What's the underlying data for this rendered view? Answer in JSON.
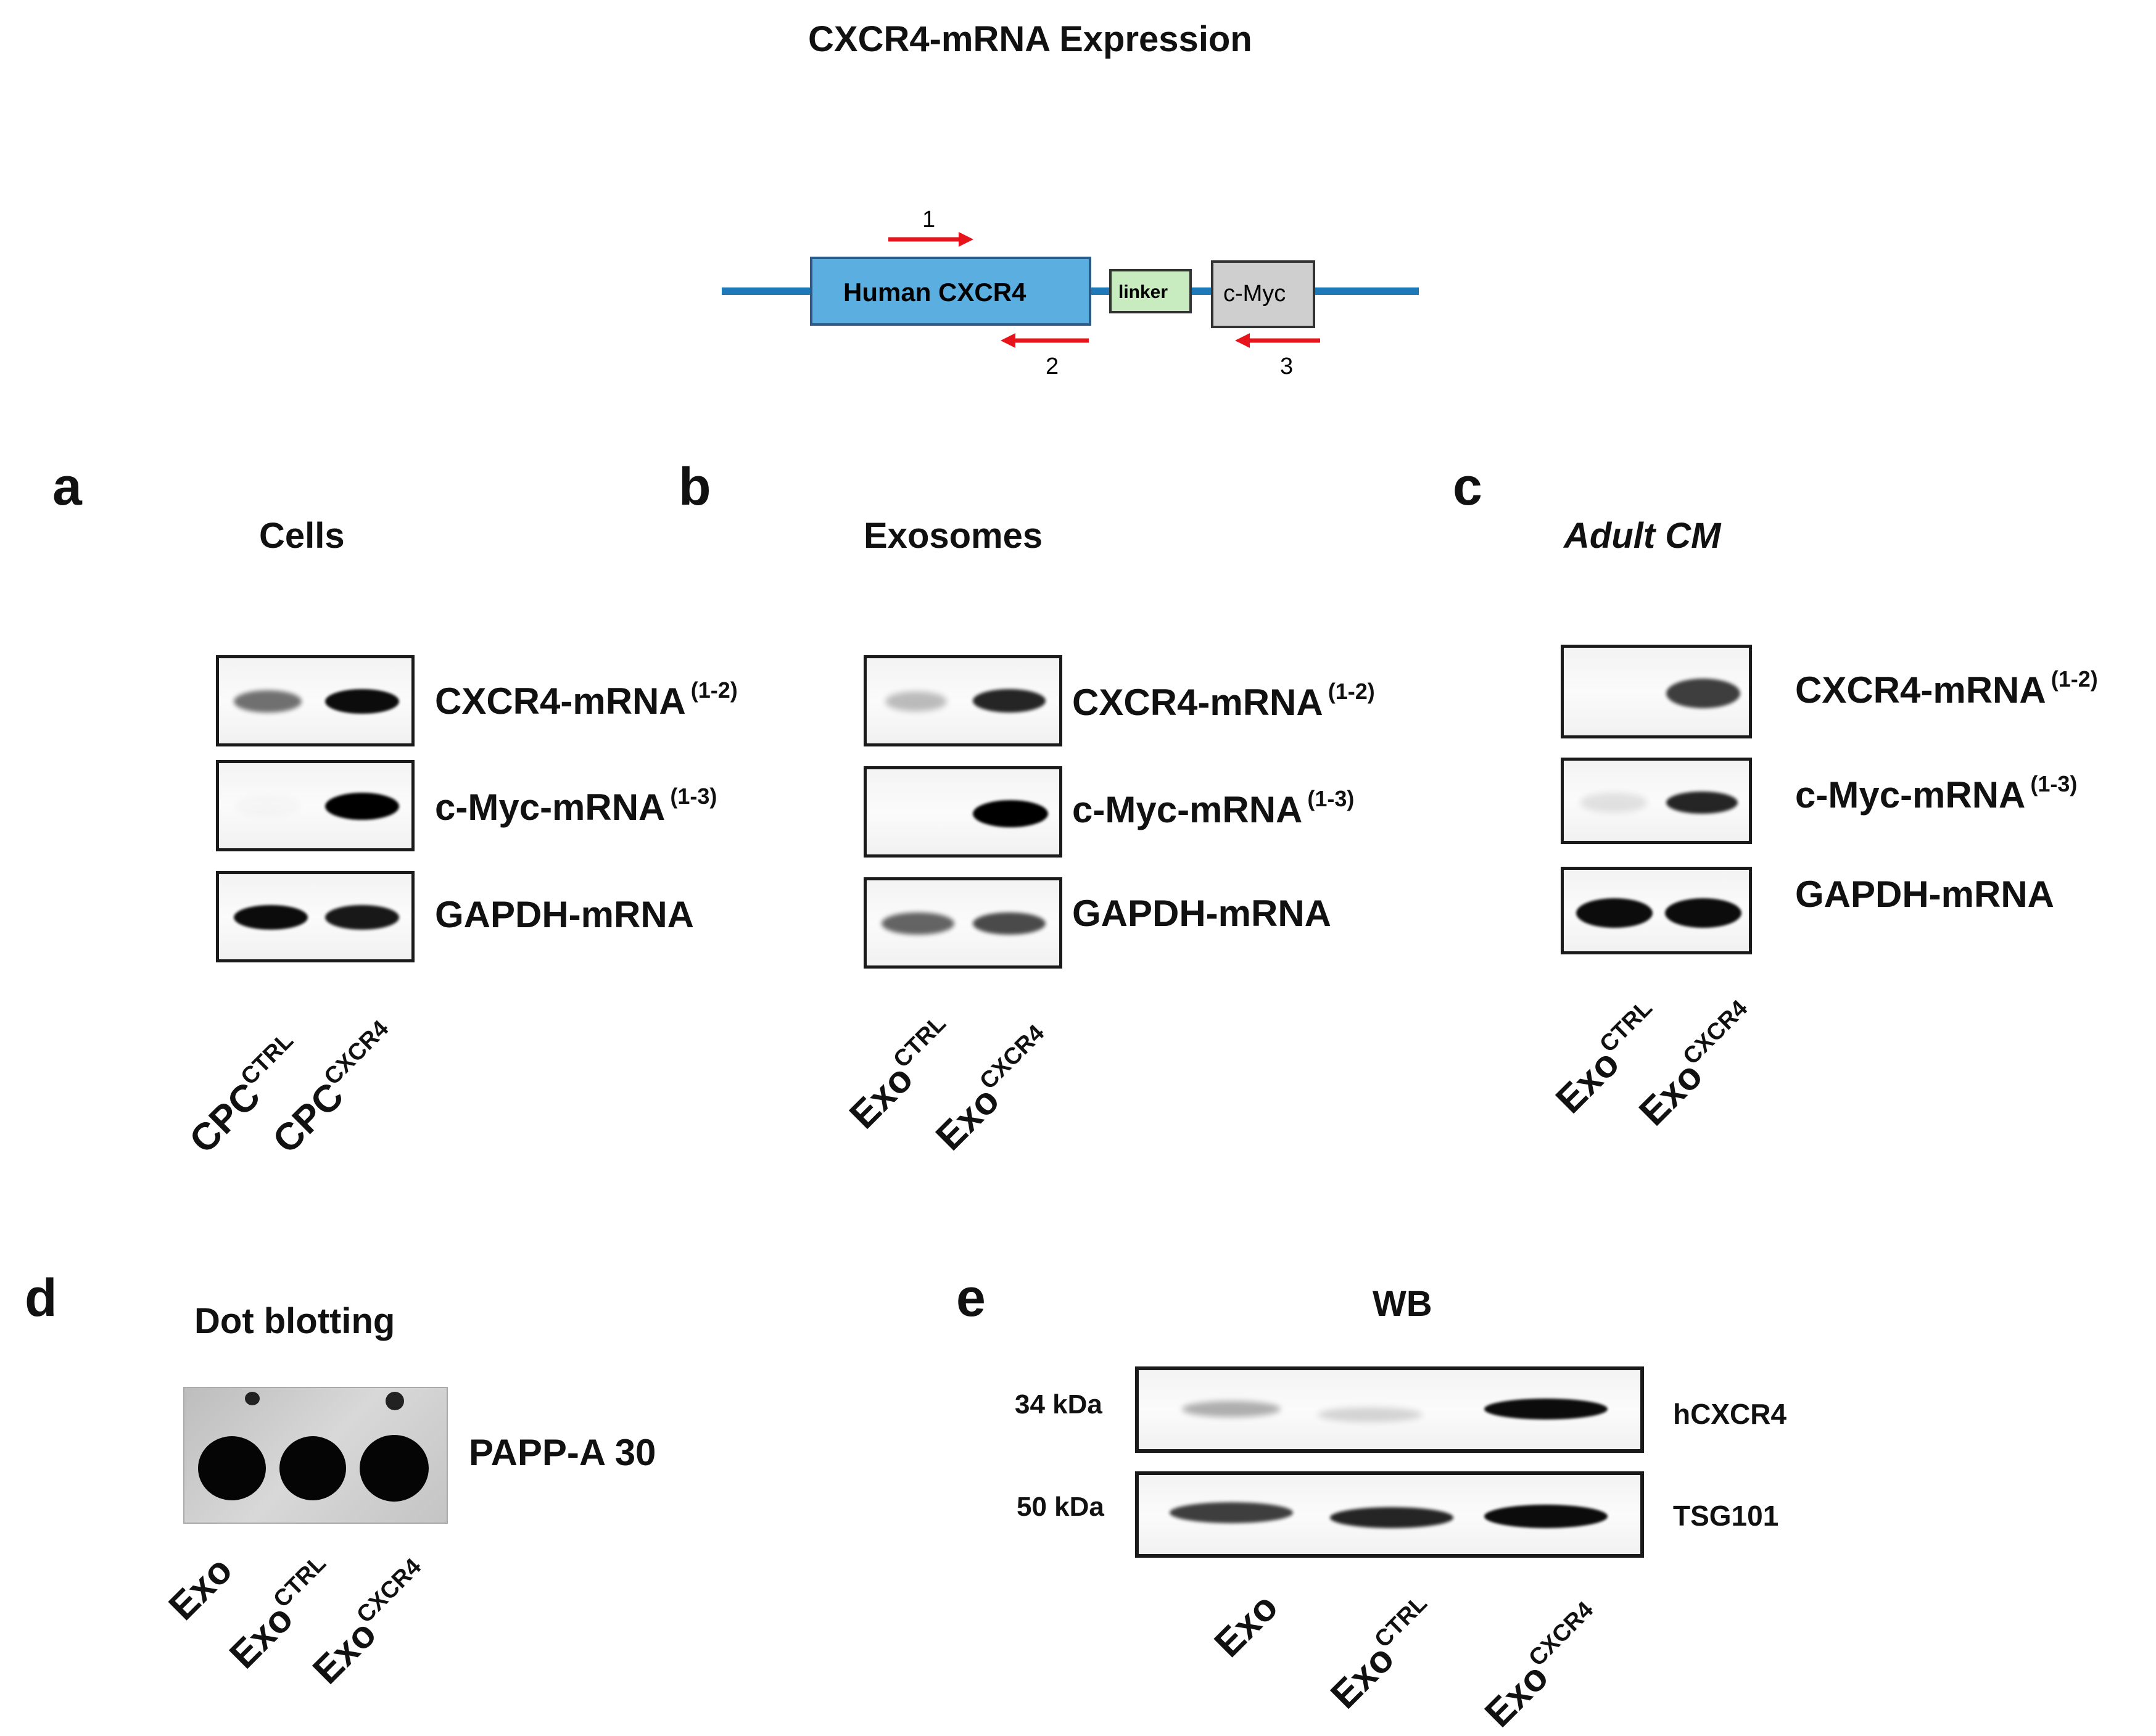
{
  "title": "CXCR4-mRNA Expression",
  "construct": {
    "primer_1": "1",
    "primer_2": "2",
    "primer_3": "3",
    "gene": "Human CXCR4",
    "linker": "linker",
    "tag": "c-Myc",
    "colors": {
      "backbone": "#1f78b8",
      "gene": "#5aaee0",
      "linker": "#c8ecc0",
      "tag": "#cfcfcf",
      "primer": "#e8141b"
    }
  },
  "panels": {
    "a": {
      "letter": "a",
      "title": "Cells",
      "bands": [
        "CXCR4-mRNA",
        "c-Myc-mRNA",
        "GAPDH-mRNA"
      ],
      "sups": [
        "(1-2)",
        "(1-3)"
      ],
      "lanes": [
        {
          "base": "CPC",
          "sup": "CTRL"
        },
        {
          "base": "CPC",
          "sup": "CXCR4"
        }
      ],
      "intensity": [
        [
          0.55,
          0.95
        ],
        [
          0.02,
          1.0
        ],
        [
          0.95,
          0.9
        ]
      ]
    },
    "b": {
      "letter": "b",
      "title": "Exosomes",
      "bands": [
        "CXCR4-mRNA",
        "c-Myc-mRNA",
        "GAPDH-mRNA"
      ],
      "sups": [
        "(1-2)",
        "(1-3)"
      ],
      "lanes": [
        {
          "base": "Exo",
          "sup": "CTRL"
        },
        {
          "base": "Exo",
          "sup": "CXCR4"
        }
      ],
      "intensity": [
        [
          0.25,
          0.85
        ],
        [
          0.0,
          1.0
        ],
        [
          0.6,
          0.7
        ]
      ]
    },
    "c": {
      "letter": "c",
      "title": "Adult CM",
      "bands": [
        "CXCR4-mRNA",
        "c-Myc-mRNA",
        "GAPDH-mRNA"
      ],
      "sups": [
        "(1-2)",
        "(1-3)"
      ],
      "lanes": [
        {
          "base": "Exo",
          "sup": "CTRL"
        },
        {
          "base": "Exo",
          "sup": "CXCR4"
        }
      ],
      "intensity": [
        [
          0.0,
          0.75
        ],
        [
          0.1,
          0.85
        ],
        [
          0.95,
          0.95
        ]
      ]
    },
    "d": {
      "letter": "d",
      "title": "Dot blotting",
      "target": "PAPP-A 30",
      "lanes": [
        {
          "base": "Exo",
          "sup": ""
        },
        {
          "base": "Exo",
          "sup": "CTRL"
        },
        {
          "base": "Exo",
          "sup": "CXCR4"
        }
      ]
    },
    "e": {
      "letter": "e",
      "title": "WB",
      "markers": [
        "34 kDa",
        "50 kDa"
      ],
      "targets": [
        "hCXCR4",
        "TSG101"
      ],
      "lanes": [
        {
          "base": "Exo",
          "sup": ""
        },
        {
          "base": "Exo",
          "sup": "CTRL"
        },
        {
          "base": "Exo",
          "sup": "CXCR4"
        }
      ],
      "intensity": [
        [
          0.3,
          0.15,
          0.95
        ],
        [
          0.75,
          0.85,
          0.95
        ]
      ]
    }
  }
}
